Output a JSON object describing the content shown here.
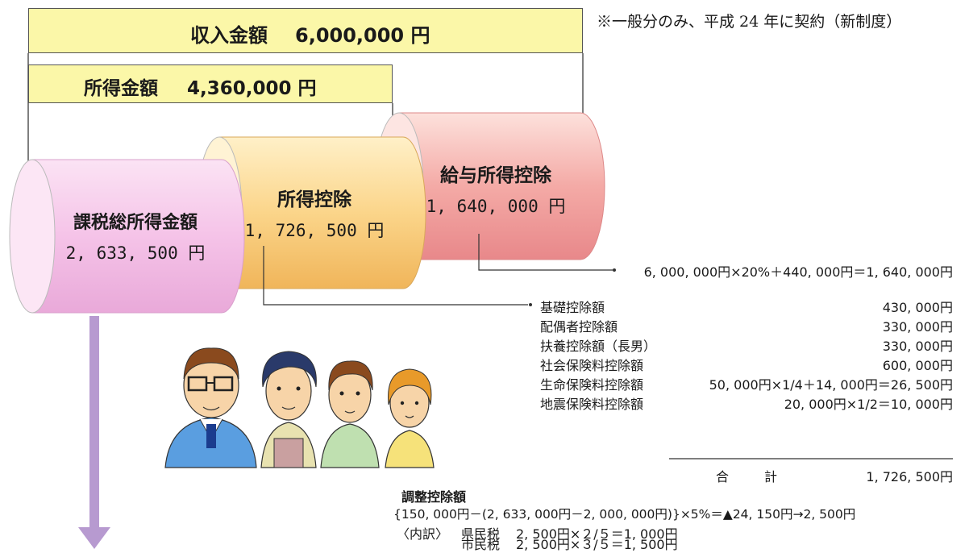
{
  "note": "※一般分のみ、平成 24 年に契約（新制度）",
  "income": {
    "label": "収入金額",
    "amount": "6,000,000 円"
  },
  "earned": {
    "label": "所得金額",
    "amount": "4,360,000 円"
  },
  "cylinders": {
    "taxable": {
      "label": "課税総所得金額",
      "amount": "2, 633, 500 円",
      "color": "#f6c8ea"
    },
    "deduction": {
      "label": "所得控除",
      "amount": "1, 726, 500 円",
      "color": "#fbd58a"
    },
    "salary": {
      "label": "給与所得控除",
      "amount": "1, 640, 000 円",
      "color": "#f3a4a4"
    }
  },
  "salary_formula": "6, 000, 000円×20%＋440, 000円＝1, 640, 000円",
  "deductions": [
    {
      "label": "基礎控除額",
      "value": "430, 000円"
    },
    {
      "label": "配偶者控除額",
      "value": "330, 000円"
    },
    {
      "label": "扶養控除額（長男）",
      "value": "330, 000円"
    },
    {
      "label": "社会保険料控除額",
      "value": "600, 000円"
    },
    {
      "label": "生命保険料控除額",
      "value": "50, 000円×1/4＋14, 000円＝26, 500円"
    },
    {
      "label": "地震保険料控除額",
      "value": "20, 000円×1/2＝10, 000円"
    }
  ],
  "total": {
    "label1": "合",
    "label2": "計",
    "value": "1, 726, 500円"
  },
  "adjustment": {
    "title": "調整控除額",
    "formula": "{150, 000円－(2, 633, 000円－2, 000, 000円)}×5%＝▲24, 150円→2, 500円",
    "breakdown_label": "〈内訳〉",
    "pref_label": "県民税",
    "pref_formula": "2, 500円×２/５＝1, 000円",
    "city_label": "市民税",
    "city_formula": "2, 500円×３/５＝1, 500円"
  },
  "arrow_color": "#b79ad0"
}
